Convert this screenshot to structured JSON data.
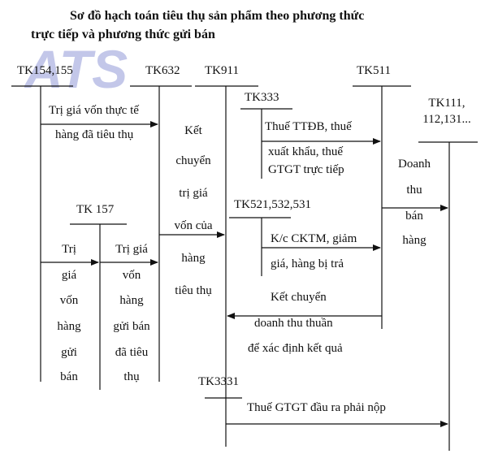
{
  "title": {
    "line1": "Sơ đồ hạch toán tiêu thụ sản phẩm theo phương thức",
    "line2": "trực tiếp và phương thức gửi bán"
  },
  "logo": {
    "text": "ATS"
  },
  "accounts": {
    "tk154": "TK154,155",
    "tk632": "TK632",
    "tk911": "TK911",
    "tk511": "TK511",
    "tk333": "TK333",
    "tk111": [
      "TK111,",
      "112,131..."
    ],
    "tk157": "TK 157",
    "tk521": "TK521,532,531",
    "tk3331": "TK3331"
  },
  "flows": {
    "gia_von": [
      "Trị giá vốn thực tế",
      "hàng đã tiêu thụ"
    ],
    "ket_chuyen_gv": [
      "Kết",
      "chuyển",
      "trị giá",
      "vốn của",
      "hàng",
      "tiêu thụ"
    ],
    "thue": [
      "Thuế TTĐB, thuế",
      "xuất khẩu, thuế",
      "GTGT trực tiếp"
    ],
    "doanh_thu": [
      "Doanh",
      "thu",
      "bán",
      "hàng"
    ],
    "kc_ckth": [
      "K/c CKTM, giảm",
      "giá, hàng bị trả"
    ],
    "kc_dt": [
      "Kết chuyển",
      "doanh thu thuần",
      "để xác định kết quả"
    ],
    "gv_gui": [
      "Trị",
      "giá",
      "vốn",
      "hàng",
      "gửi",
      "bán"
    ],
    "gv_gui_ban": [
      "Trị giá",
      "vốn",
      "hàng",
      "gửi bán",
      "đã tiêu",
      "thụ"
    ],
    "gtgt": "Thuế GTGT đầu ra phải nộp"
  }
}
